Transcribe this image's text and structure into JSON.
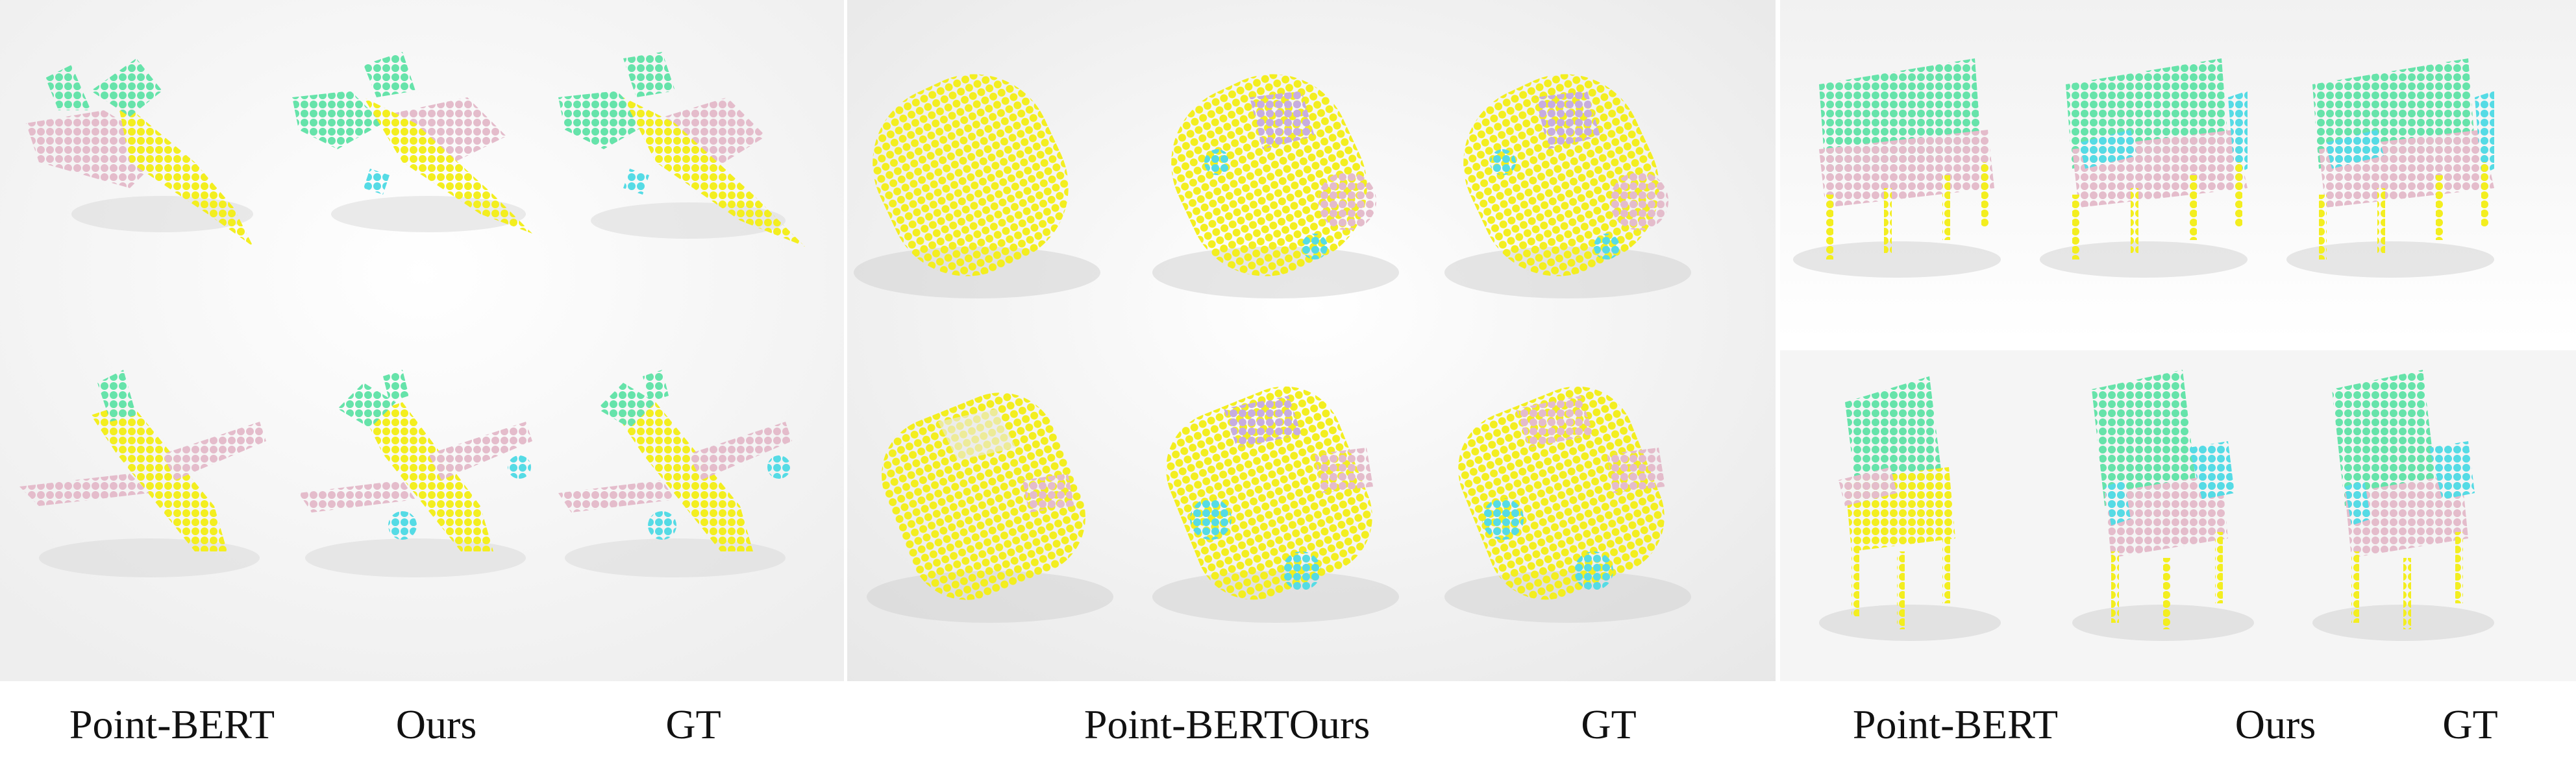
{
  "captions": {
    "group1": [
      "Point-BERT",
      "Ours",
      "GT"
    ],
    "group2": [
      "Point-BERT",
      "Ours",
      "GT"
    ],
    "group3": [
      "Point-BERT",
      "Ours",
      "GT"
    ]
  },
  "colors": {
    "yellow": "#f3ee1f",
    "pink": "#e4bccb",
    "green": "#66e3aa",
    "cyan": "#55dbe5",
    "lavender": "#c7addf"
  }
}
